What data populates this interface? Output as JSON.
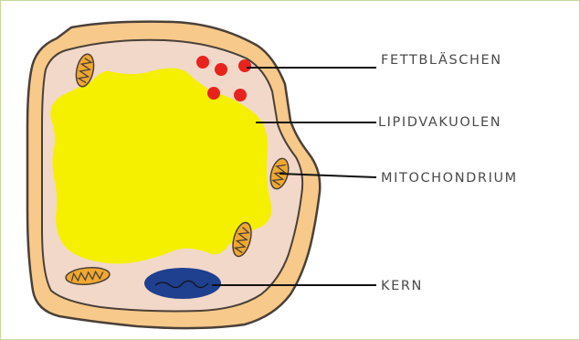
{
  "labels": {
    "fat_droplets": "FETTBLÄSCHEN",
    "lipid_vacuole": "LIPIDVAKUOLEN",
    "mitochondrion": "MITOCHONDRIUM",
    "nucleus": "KERN"
  },
  "colors": {
    "frame_border": "#c7d89a",
    "outer_membrane": "#f7c98a",
    "membrane_outline": "#4a4038",
    "cytoplasm": "#f2d8c9",
    "lipid_vacuole": "#f5f000",
    "fat_droplet": "#e8231e",
    "mitochondrion_fill": "#f0a830",
    "nucleus_fill": "#1f3f8f",
    "leader_line": "#111111",
    "label_text": "#4a4a4a"
  }
}
